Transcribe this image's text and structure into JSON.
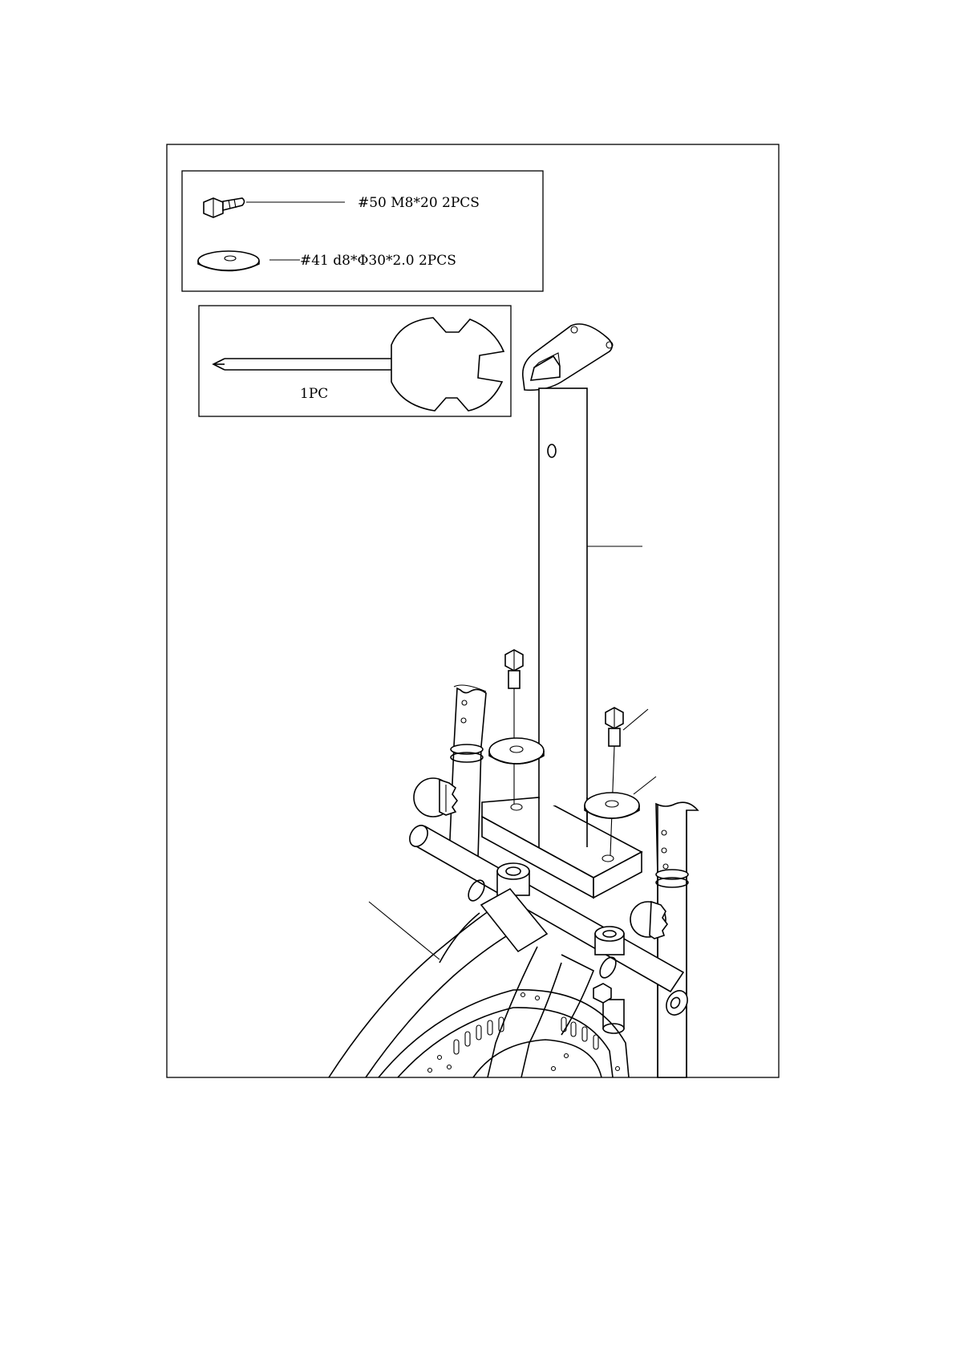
{
  "parts_box": {
    "bolt_label": "#50 M8*20 2PCS",
    "washer_label": "#41 d8*Φ30*2.0  2PCS"
  },
  "tool_box": {
    "tool_label": "1PC"
  },
  "icons": [
    "bolt-icon",
    "washer-icon",
    "screwdriver-wrench-icon"
  ]
}
